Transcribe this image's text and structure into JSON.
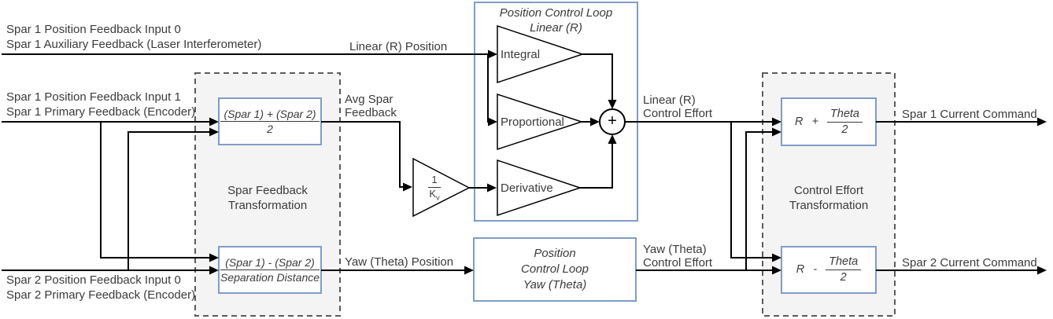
{
  "colors": {
    "accent_blue": "#7f9cc8",
    "panel_border": "#5c5c5c",
    "panel_fill": "#f4f4f4",
    "wire": "#000000",
    "text": "#3b3b3b"
  },
  "inputs": [
    {
      "label1": "Spar 1 Position Feedback Input 0",
      "label2": "Spar 1 Auxiliary Feedback (Laser Interferometer)"
    },
    {
      "label1": "Spar 1 Position Feedback Input 1",
      "label2": "Spar 1 Primary Feedback (Encoder)"
    },
    {
      "label1": "Spar 2 Position Feedback Input 0",
      "label2": "Spar 2 Primary Feedback (Encoder)"
    }
  ],
  "signals": {
    "linear_position": "Linear (R) Position",
    "avg_spar_line1": "Avg Spar",
    "avg_spar_line2": "Feedback",
    "yaw_position": "Yaw (Theta) Position",
    "linear_effort_line1": "Linear (R)",
    "linear_effort_line2": "Control Effort",
    "yaw_effort_line1": "Yaw (Theta)",
    "yaw_effort_line2": "Control Effort"
  },
  "spar_feedback_transform": {
    "title_line1": "Spar Feedback",
    "title_line2": "Transformation",
    "avg_block": {
      "numerator": "(Spar 1) + (Spar 2)",
      "denominator": "2"
    },
    "diff_block": {
      "numerator": "(Spar 1) - (Spar 2)",
      "denominator": "Separation Distance"
    }
  },
  "gain_block": {
    "numerator": "1",
    "den_base": "K",
    "den_sub": "v"
  },
  "position_loop_linear": {
    "title_line1": "Position Control Loop",
    "title_line2": "Linear (R)",
    "integral_label": "Integral",
    "proportional_label": "Proportional",
    "derivative_label": "Derivative",
    "sum_symbol": "+"
  },
  "position_loop_yaw": {
    "line1": "Position",
    "line2": "Control Loop",
    "line3": "Yaw (Theta)"
  },
  "control_effort_transform": {
    "title_line1": "Control Effort",
    "title_line2": "Transformation",
    "spar1_block": {
      "term": "R",
      "operator": "+",
      "numerator": "Theta",
      "denominator": "2"
    },
    "spar2_block": {
      "term": "R",
      "operator": "-",
      "numerator": "Theta",
      "denominator": "2"
    }
  },
  "outputs": {
    "spar1_command": "Spar 1 Current Command",
    "spar2_command": "Spar 2 Current Command"
  }
}
